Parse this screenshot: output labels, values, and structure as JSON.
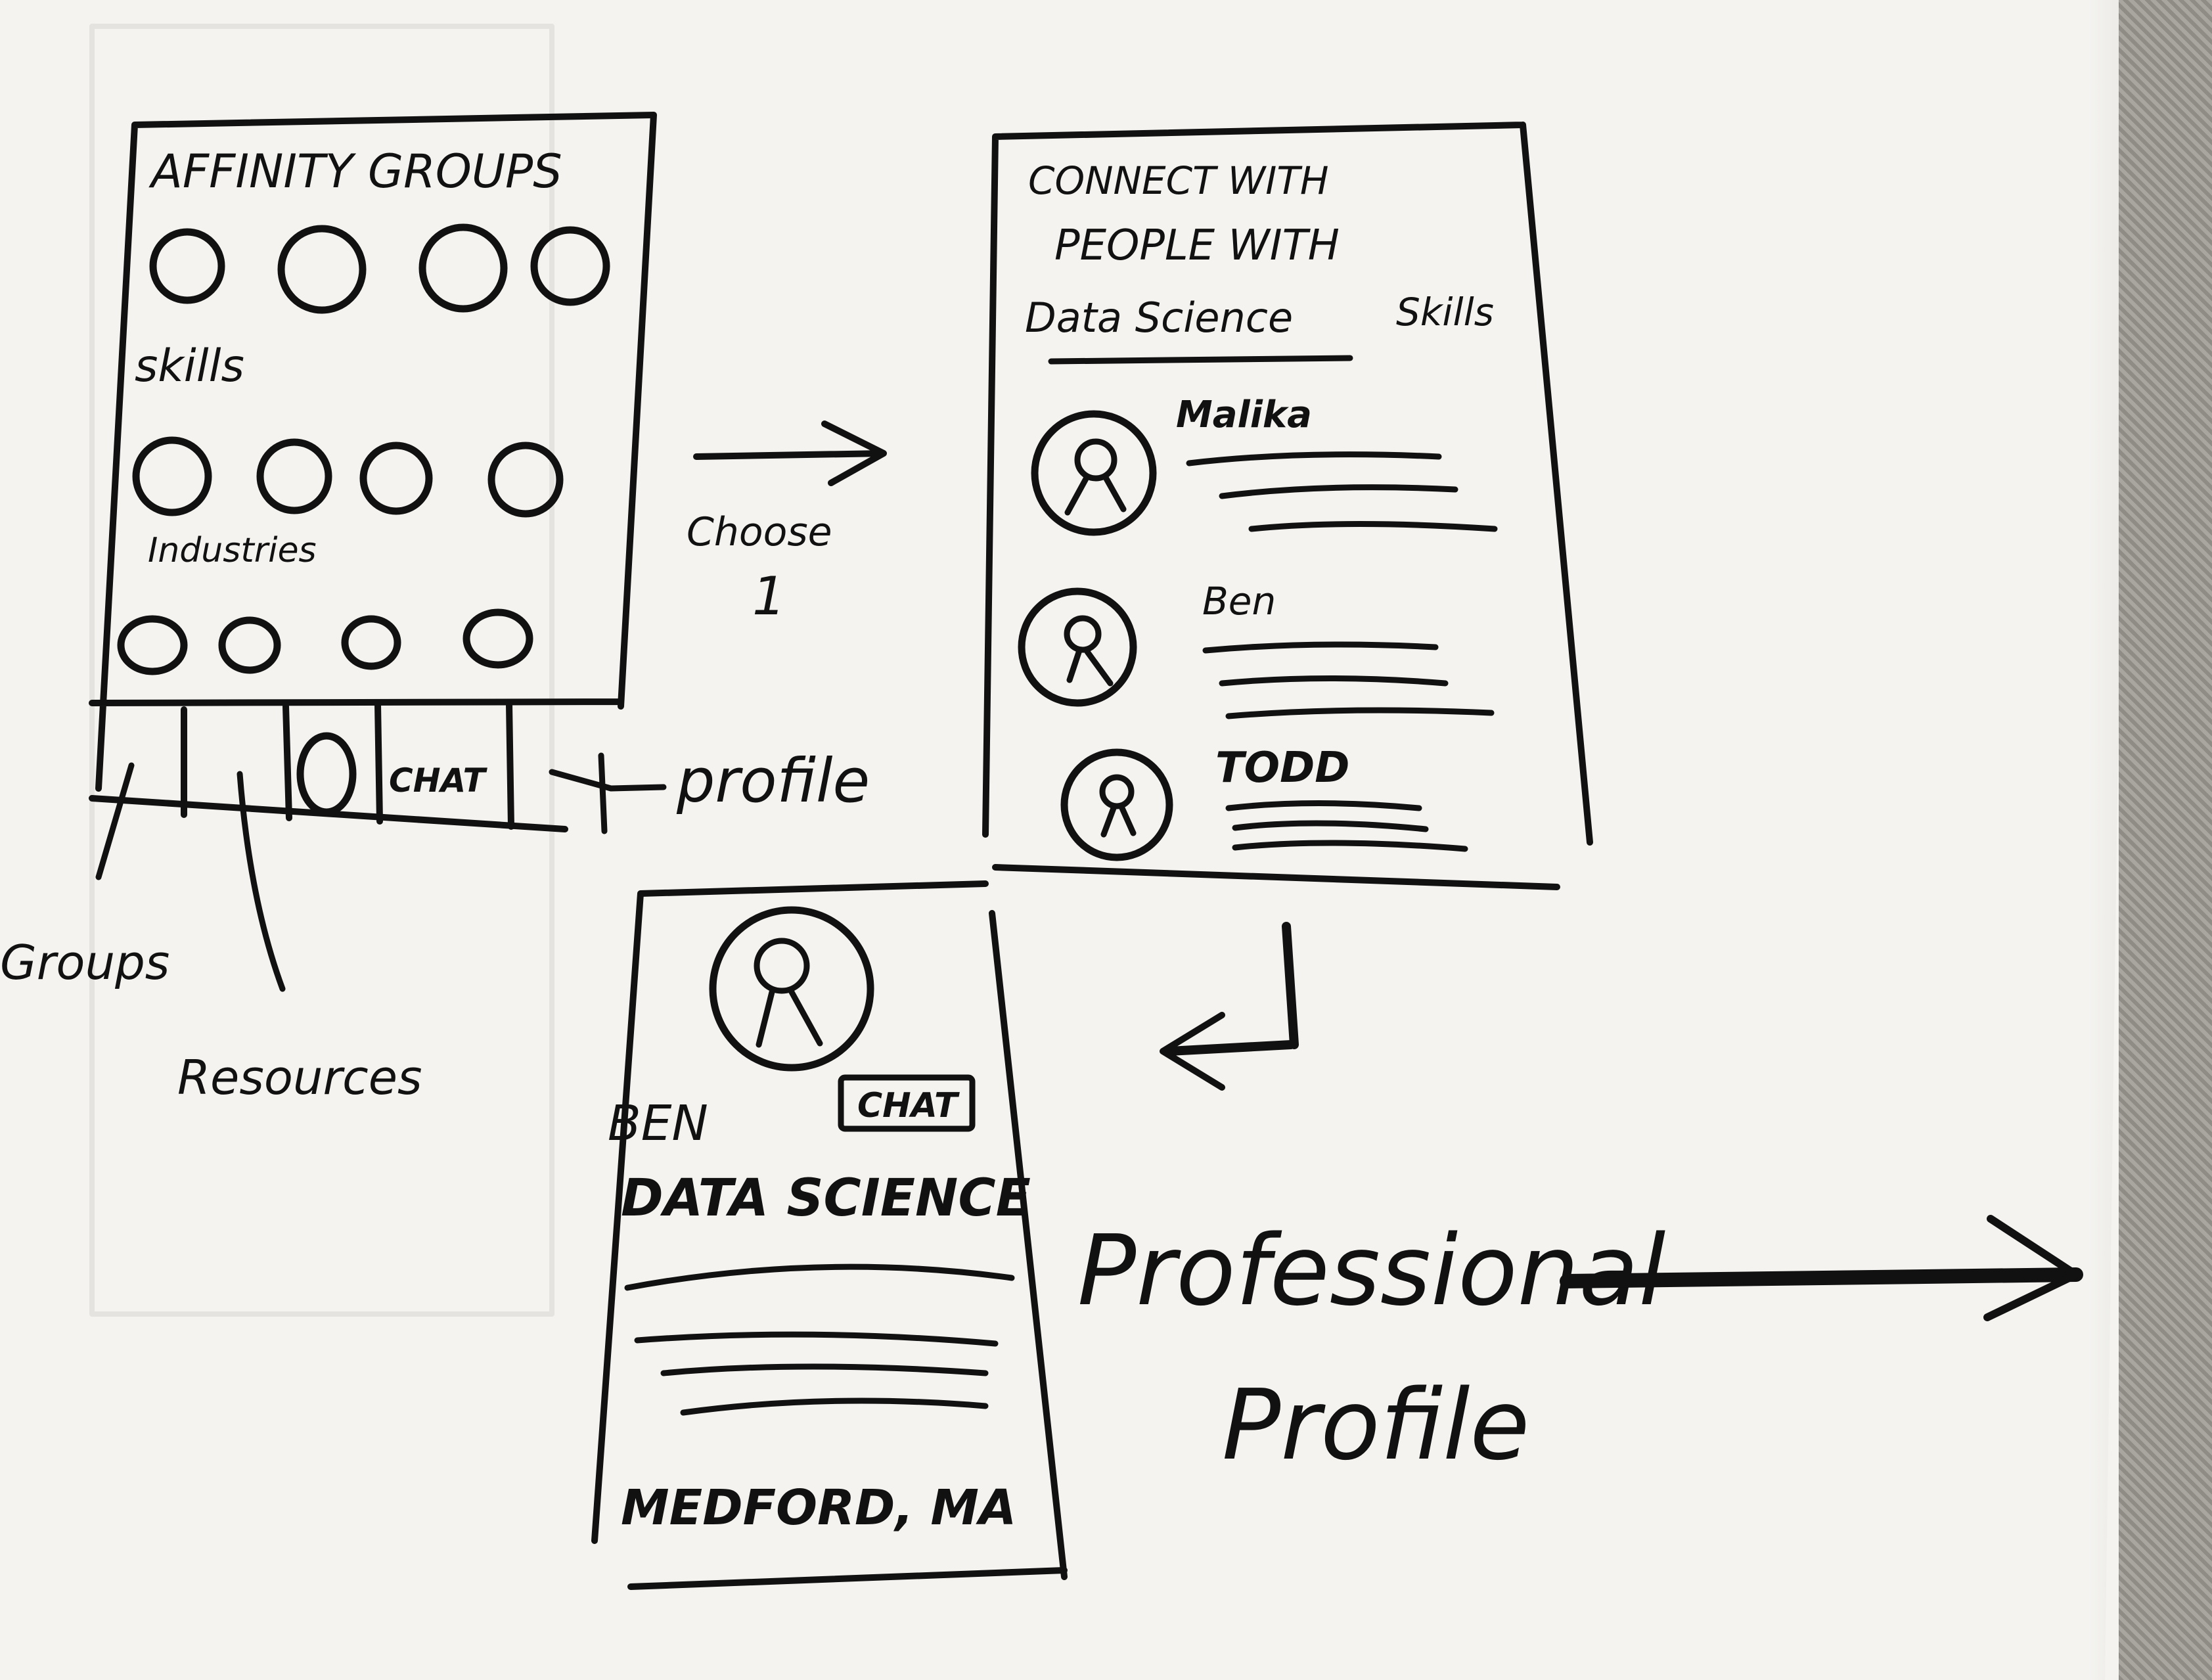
{
  "screen1": {
    "title": "AFFINITY GROUPS",
    "section_skills": "skills",
    "section_industries": "Industries",
    "nav_chat": "CHAT"
  },
  "annotations": {
    "profile": "profile",
    "groups": "Groups",
    "resources": "Resources",
    "choose": "Choose",
    "choose_count": "1",
    "professional": "Professional",
    "profile_big": "Profile"
  },
  "screen2": {
    "title_line1": "CONNECT WITH",
    "title_line2": "PEOPLE WITH",
    "title_line3a": "Data Science",
    "title_line3b": "Skills",
    "people": [
      "Malika",
      "Ben",
      "TODD"
    ]
  },
  "screen3": {
    "name": "BEN",
    "chat": "CHAT",
    "skill": "DATA SCIENCE",
    "location": "MEDFORD, MA"
  },
  "colors": {
    "ink": "#111111",
    "paper": "#f4f3f0",
    "fabric": "#9c9991"
  }
}
